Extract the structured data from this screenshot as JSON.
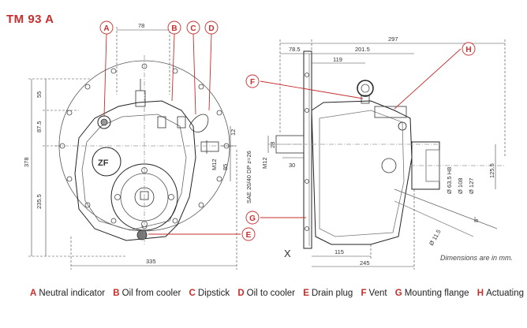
{
  "title": "TM 93 A",
  "note": "Dimensions are in mm.",
  "accent_color": "#c62e2e",
  "callouts": [
    "A",
    "B",
    "C",
    "D",
    "E",
    "F",
    "G",
    "H"
  ],
  "dimensions": {
    "top_78": "78",
    "d297": "297",
    "d78_5": "78.5",
    "d201_5": "201.5",
    "d119": "119",
    "d55": "55",
    "d87_5": "87.5",
    "d378": "378",
    "d235_5": "235.5",
    "d12": "12",
    "d85": "85",
    "dM12a": "M12",
    "dM12b": "M12",
    "d28": "28",
    "d30": "30",
    "sae": "SAE 20/40 DP z=26",
    "d335": "335",
    "d115": "115",
    "d245": "245",
    "d8": "8°",
    "d125_5": "125.5",
    "d63_5": "Ø 63.5 H8",
    "d108": "Ø 108",
    "d127": "Ø 127",
    "d11_5": "Ø 11.5",
    "x_mark": "X"
  },
  "legend": [
    {
      "letter": "A",
      "label": "Neutral indicator"
    },
    {
      "letter": "B",
      "label": "Oil from cooler"
    },
    {
      "letter": "C",
      "label": "Dipstick"
    },
    {
      "letter": "D",
      "label": "Oil to cooler"
    },
    {
      "letter": "E",
      "label": "Drain plug"
    },
    {
      "letter": "F",
      "label": "Vent"
    },
    {
      "letter": "G",
      "label": "Mounting flange"
    },
    {
      "letter": "H",
      "label": "Actuating lever"
    }
  ]
}
